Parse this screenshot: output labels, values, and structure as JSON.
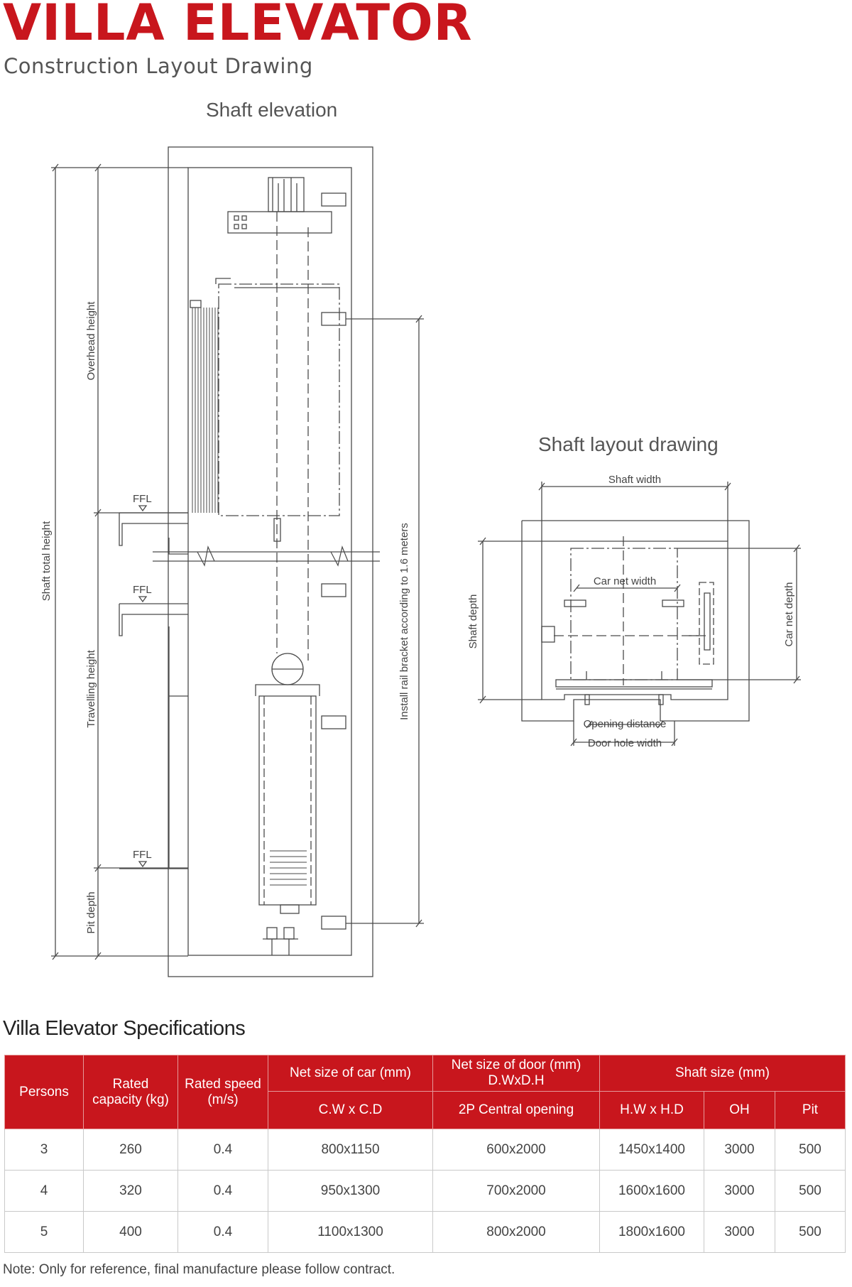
{
  "header": {
    "title": "VILLA ELEVATOR",
    "subtitle": "Construction Layout Drawing"
  },
  "elevation": {
    "title": "Shaft elevation",
    "labels": {
      "overhead_height": "Overhead height",
      "shaft_total_height": "Shaft total height",
      "travelling_height": "Travelling height",
      "pit_depth": "Pit depth",
      "rail_bracket": "Install rail bracket according to 1.6 meters",
      "ffl": "FFL"
    }
  },
  "layout": {
    "title": "Shaft layout drawing",
    "labels": {
      "shaft_width": "Shaft width",
      "shaft_depth": "Shaft depth",
      "car_net_width": "Car net width",
      "car_net_depth": "Car net depth",
      "opening_distance": "Opening distance",
      "door_hole_width": "Door hole width"
    }
  },
  "specs": {
    "title": "Villa Elevator Specifications",
    "headers": {
      "persons": "Persons",
      "rated_capacity": "Rated capacity (kg)",
      "rated_speed": "Rated speed (m/s)",
      "car_size": "Net size of car (mm)",
      "door_size_line1": "Net size of door  (mm)",
      "door_size_line2": "D.WxD.H",
      "shaft_size": "Shaft size (mm)",
      "car_sub": "C.W x C.D",
      "door_sub": "2P Central opening",
      "shaft_hw": "H.W x H.D",
      "oh": "OH",
      "pit": "Pit"
    },
    "rows": [
      {
        "persons": "3",
        "capacity": "260",
        "speed": "0.4",
        "car": "800x1150",
        "door": "600x2000",
        "shaft": "1450x1400",
        "oh": "3000",
        "pit": "500"
      },
      {
        "persons": "4",
        "capacity": "320",
        "speed": "0.4",
        "car": "950x1300",
        "door": "700x2000",
        "shaft": "1600x1600",
        "oh": "3000",
        "pit": "500"
      },
      {
        "persons": "5",
        "capacity": "400",
        "speed": "0.4",
        "car": "1100x1300",
        "door": "800x2000",
        "shaft": "1800x1600",
        "oh": "3000",
        "pit": "500"
      }
    ],
    "note": "Note: Only for reference, final manufacture please follow contract."
  },
  "colors": {
    "brand_red": "#c8161d",
    "line": "#4a4a4a"
  }
}
